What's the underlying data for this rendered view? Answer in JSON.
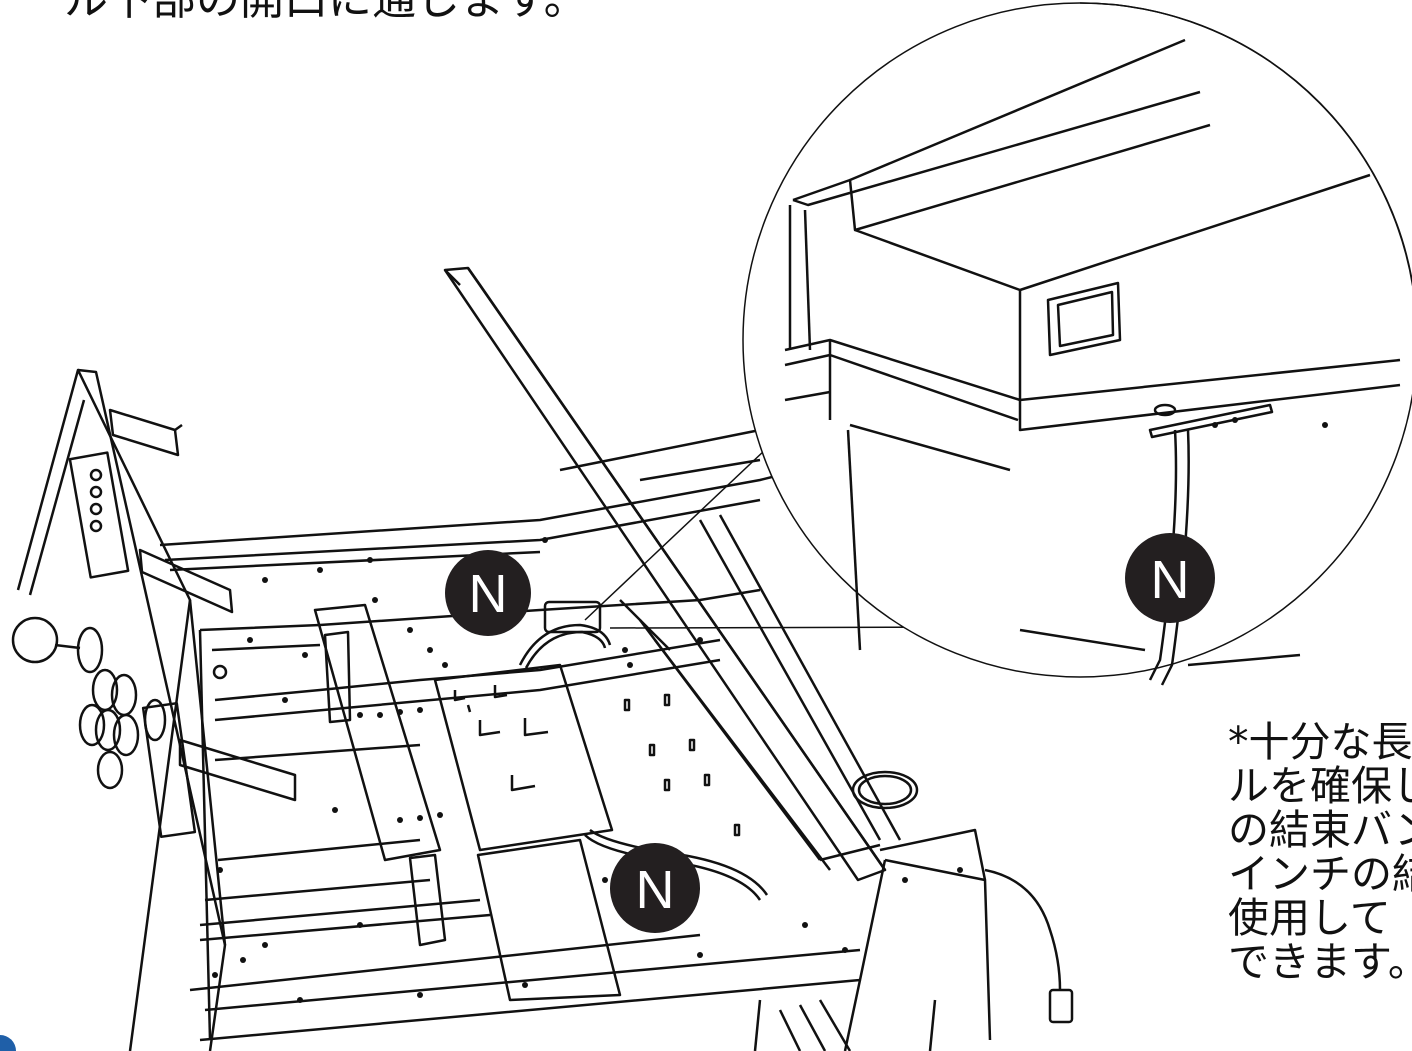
{
  "header_fragment": "ル下部の開口に通します。",
  "note_lines": [
    "*十分な長",
    "ルを確保し",
    "の結束バン",
    "インチの結",
    "使用して",
    "できます。"
  ],
  "callouts": [
    {
      "id": "detail",
      "letter": "N"
    },
    {
      "id": "top",
      "letter": "N"
    },
    {
      "id": "bottom",
      "letter": "N"
    }
  ],
  "colors": {
    "line": "#111111",
    "badge": "#231f20",
    "badge_text": "#ffffff",
    "corner_accent": "#1f5fa8"
  }
}
